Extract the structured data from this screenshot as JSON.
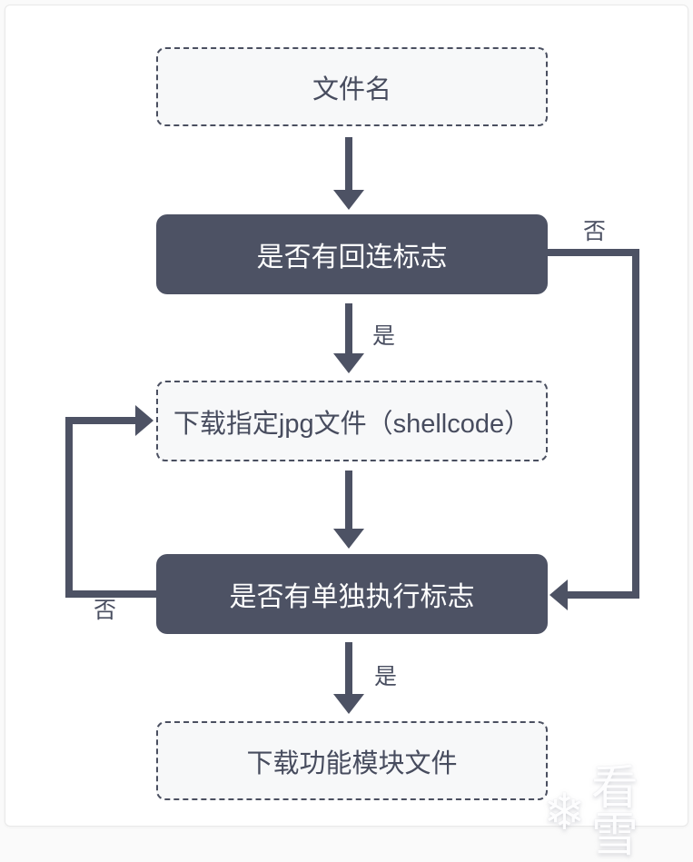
{
  "colors": {
    "dark_node": "#4d5264",
    "dashed_node_bg": "#f7f8f9",
    "dashed_border": "#4a4f60",
    "text_dark": "#474c5e",
    "text_light": "#ffffff",
    "card_bg": "#ffffff",
    "page_bg": "#fafafa"
  },
  "flowchart": {
    "nodes": [
      {
        "id": "filename",
        "type": "dashed",
        "label": "文件名"
      },
      {
        "id": "callback-flag",
        "type": "solid",
        "label": "是否有回连标志"
      },
      {
        "id": "download-jpg",
        "type": "dashed",
        "label": "下载指定jpg文件（shellcode）"
      },
      {
        "id": "standalone-flag",
        "type": "solid",
        "label": "是否有单独执行标志"
      },
      {
        "id": "download-module",
        "type": "dashed",
        "label": "下载功能模块文件"
      }
    ],
    "edges": [
      {
        "from": "filename",
        "to": "callback-flag",
        "label": ""
      },
      {
        "from": "callback-flag",
        "to": "download-jpg",
        "label": "是"
      },
      {
        "from": "callback-flag",
        "to": "standalone-flag",
        "label": "否",
        "route": "right-side"
      },
      {
        "from": "download-jpg",
        "to": "standalone-flag",
        "label": ""
      },
      {
        "from": "standalone-flag",
        "to": "download-jpg",
        "label": "否",
        "route": "left-side"
      },
      {
        "from": "standalone-flag",
        "to": "download-module",
        "label": "是"
      }
    ],
    "edge_labels": {
      "yes_top": "是",
      "yes_bottom": "是",
      "no_right": "否",
      "no_left": "否"
    }
  },
  "watermark": {
    "icon": "snowflake",
    "glyph": "❄",
    "text": "看雪"
  }
}
